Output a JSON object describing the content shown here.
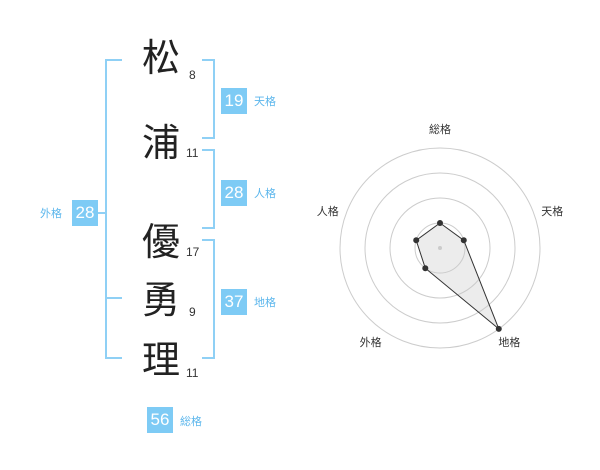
{
  "name": {
    "chars": [
      {
        "char": "松",
        "strokes": "8"
      },
      {
        "char": "浦",
        "strokes": "11"
      },
      {
        "char": "優",
        "strokes": "17"
      },
      {
        "char": "勇",
        "strokes": "9"
      },
      {
        "char": "理",
        "strokes": "11"
      }
    ]
  },
  "fortune": {
    "tenkaku": {
      "value": "19",
      "label": "天格"
    },
    "jinkaku": {
      "value": "28",
      "label": "人格"
    },
    "chikaku": {
      "value": "37",
      "label": "地格"
    },
    "gaikaku": {
      "value": "28",
      "label": "外格"
    },
    "soukaku": {
      "value": "56",
      "label": "総格"
    }
  },
  "colors": {
    "accent": "#7ecbf5",
    "bracket": "#8fd0f5",
    "label_text": "#5bb6ec"
  },
  "chart_data": {
    "type": "radar",
    "axes": [
      "総格",
      "天格",
      "地格",
      "外格",
      "人格"
    ],
    "rings": 4,
    "series": [
      {
        "values": [
          0.25,
          0.25,
          1.0,
          0.25,
          0.25
        ]
      }
    ]
  }
}
